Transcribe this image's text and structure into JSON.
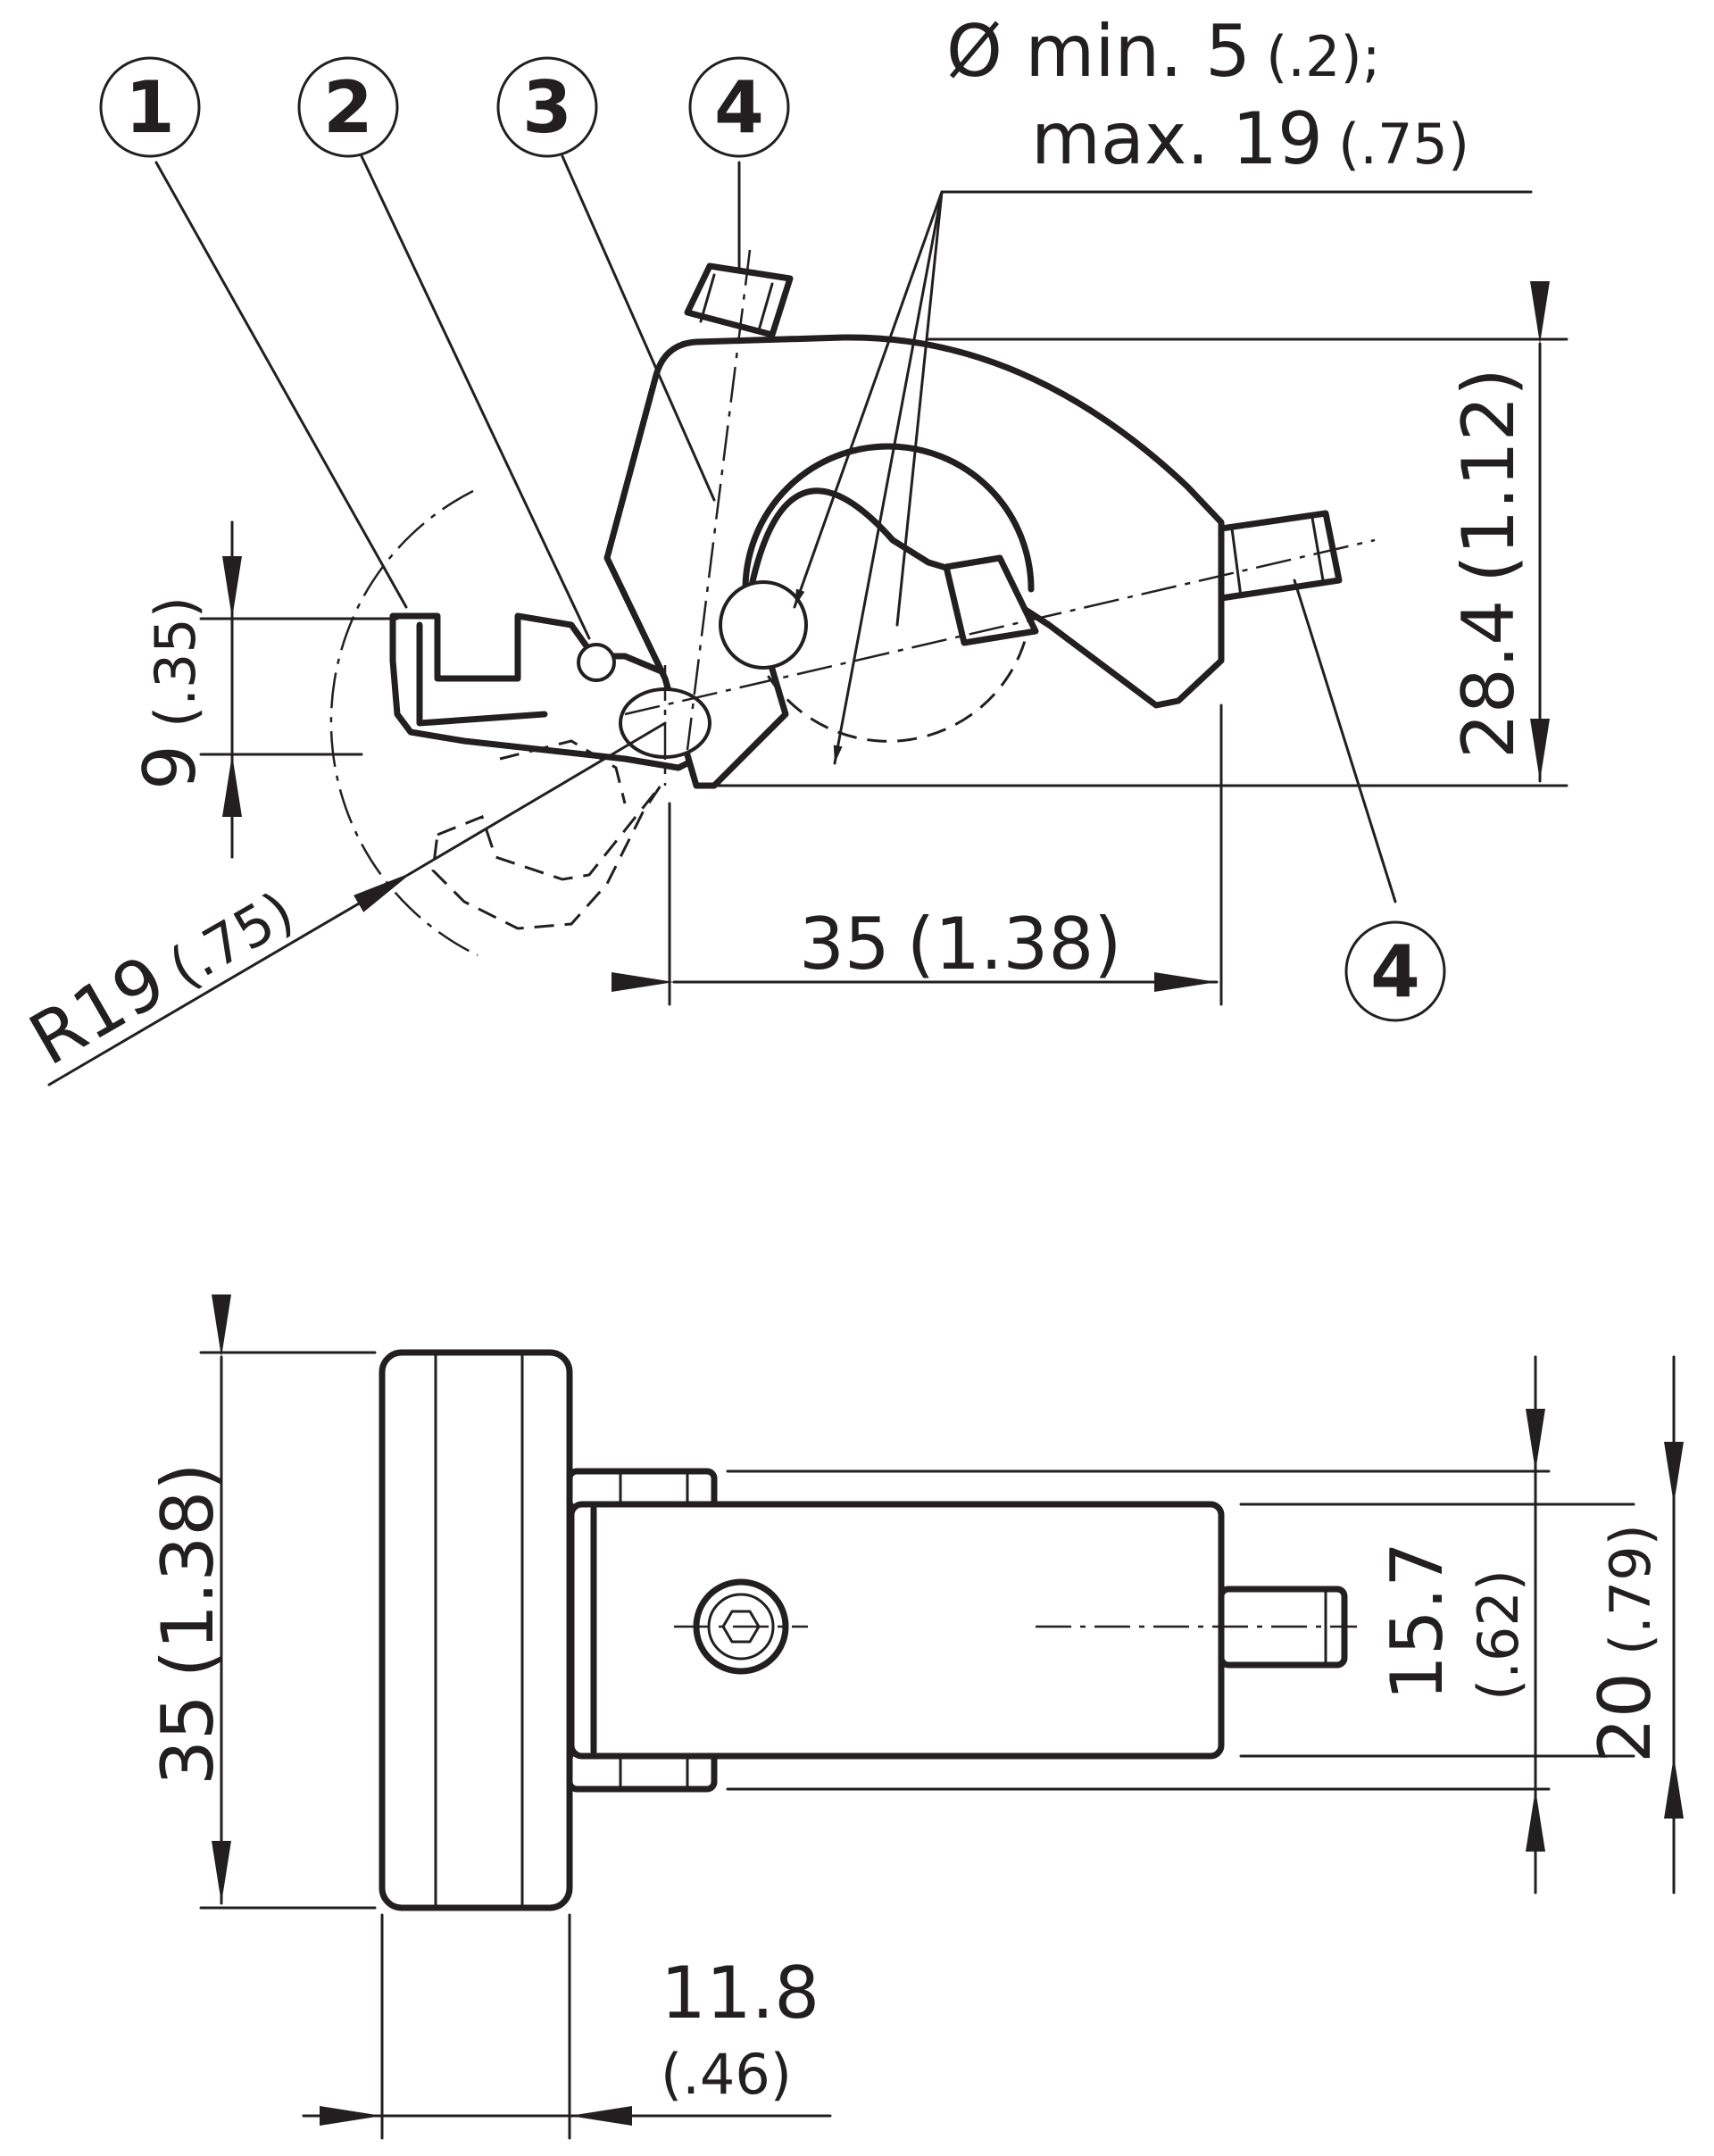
{
  "callouts": [
    "1",
    "2",
    "3",
    "4",
    "4"
  ],
  "dimensions": {
    "hole_diameter": {
      "line1_main": "Ø min. 5",
      "line1_sub": "(.2);",
      "line2_main": "max. 19",
      "line2_sub": "(.75)"
    },
    "height_28_4": {
      "main": "28.4",
      "sub": "(1.12)"
    },
    "offset_9": {
      "main": "9",
      "sub": "(.35)"
    },
    "radius_19": {
      "main": "R19",
      "sub": "(.75)"
    },
    "width_35_top": {
      "main": "35",
      "sub": "(1.38)"
    },
    "height_35_left": {
      "main": "35",
      "sub": "(1.38)"
    },
    "width_15_7": {
      "main": "15.7",
      "sub": "(.62)"
    },
    "width_20": {
      "main": "20",
      "sub": "(.79)"
    },
    "thickness_11_8": {
      "main": "11.8",
      "sub": "(.46)"
    }
  },
  "colors": {
    "ink": "#231f20",
    "paper": "#ffffff"
  }
}
